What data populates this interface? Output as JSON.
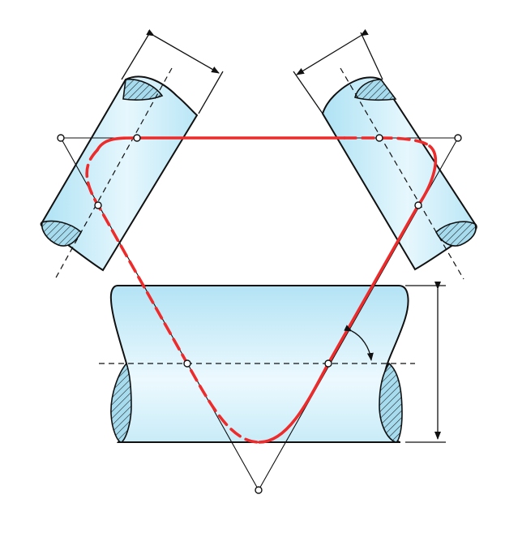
{
  "diagram": {
    "colors": {
      "background": "#ffffff",
      "outline": "#111111",
      "fill_light": "#eaf8fd",
      "fill_dark": "#aee2f4",
      "hatch_fill": "#a7dcef",
      "accent": "#ee2b2b",
      "point_fill": "#ffffff"
    },
    "parts": {
      "upper_left_roller": "roller",
      "upper_right_roller": "roller",
      "lower_roller": "roller",
      "contour": "red-contour",
      "construction_lines": "construction-lines",
      "dimension_markers": "dimension-arrows"
    }
  }
}
